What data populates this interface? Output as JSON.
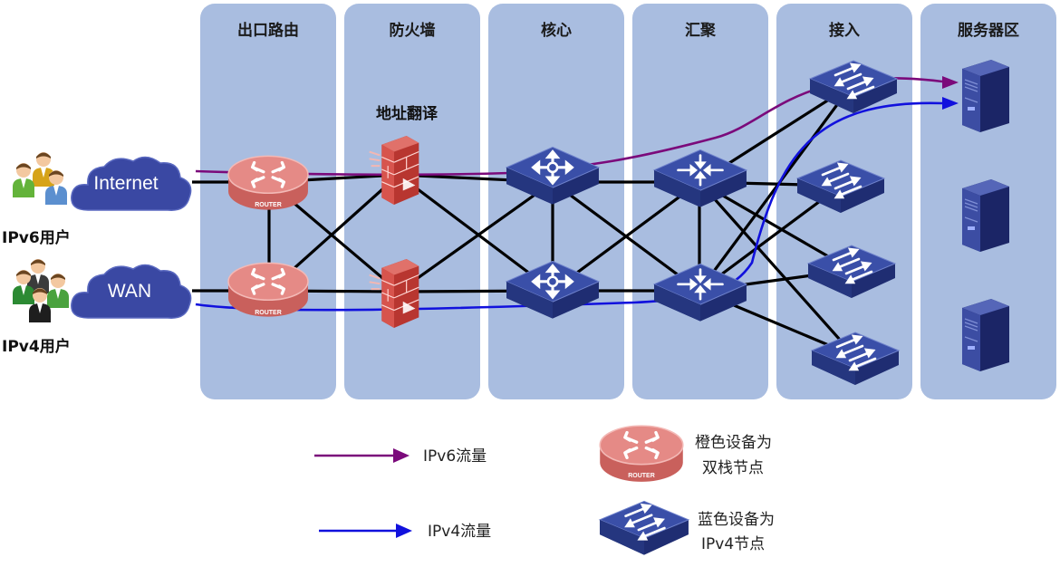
{
  "zones": [
    {
      "id": "egress",
      "title": "出口路由"
    },
    {
      "id": "firewall",
      "title": "防火墙"
    },
    {
      "id": "core",
      "title": "核心"
    },
    {
      "id": "aggregation",
      "title": "汇聚"
    },
    {
      "id": "access",
      "title": "接入"
    },
    {
      "id": "servers",
      "title": "服务器区"
    }
  ],
  "labels": {
    "nat": "地址翻译",
    "ipv6_users": "IPv6用户",
    "ipv4_users": "IPv4用户",
    "internet": "Internet",
    "wan": "WAN",
    "router_badge": "ROUTER"
  },
  "legend": {
    "ipv6_flow": "IPv6流量",
    "ipv4_flow": "IPv4流量",
    "orange_line1": "橙色设备为",
    "orange_line2": "双栈节点",
    "blue_line1": "蓝色设备为",
    "blue_line2": "IPv4节点"
  },
  "colors": {
    "zone_bg": "#a9bde0",
    "ipv6_flow": "#7b0a7b",
    "ipv4_flow": "#1111dd",
    "router": "#e07f7b",
    "switch": "#2e3f8f",
    "cloud": "#3b4aa0",
    "server": "#2c3a86"
  },
  "icons": {
    "router": "router-icon",
    "switch": "switch-icon",
    "firewall": "firewall-icon",
    "server": "server-icon",
    "users": "users-icon",
    "cloud": "cloud-icon"
  }
}
